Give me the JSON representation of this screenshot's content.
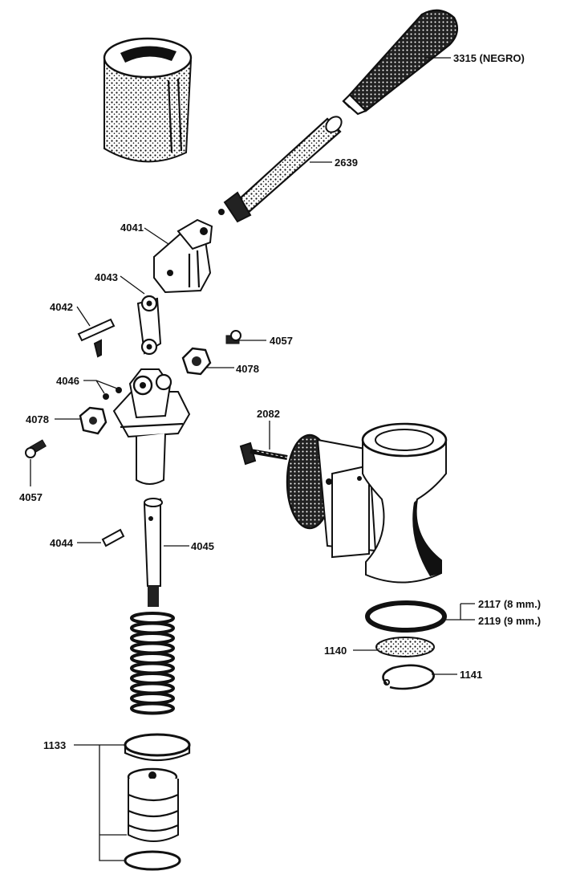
{
  "labels": {
    "p3315": "3315 (NEGRO)",
    "p2639": "2639",
    "p4041": "4041",
    "p4043": "4043",
    "p4042": "4042",
    "p4057a": "4057",
    "p4078a": "4078",
    "p4046": "4046",
    "p4078b": "4078",
    "p2082": "2082",
    "p4057b": "4057",
    "p4044": "4044",
    "p4045": "4045",
    "p2117": "2117 (8 mm.)",
    "p2119": "2119 (9 mm.)",
    "p1140": "1140",
    "p1141": "1141",
    "p1133": "1133"
  }
}
